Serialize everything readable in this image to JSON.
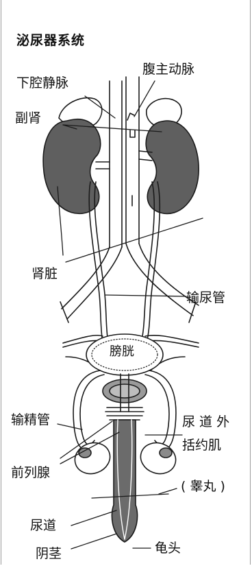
{
  "title": "泌尿器系统",
  "labels": {
    "ivc": "下腔静脉",
    "aorta": "腹主动脉",
    "adrenal": "副肾",
    "kidney": "肾脏",
    "ureter": "输尿管",
    "bladder": "膀胱",
    "vas_deferens": "输精管",
    "sphincter_line1": "尿 道 外",
    "sphincter_line2": "括约肌",
    "prostate": "前列腺",
    "testis": "( 睾丸 )",
    "urethra": "尿道",
    "glans": "龟头",
    "penis": "阴茎"
  },
  "colors": {
    "kidney_fill": "#5f5f5f",
    "urethra_fill": "#6b6b6b",
    "line": "#1a1a1a"
  }
}
